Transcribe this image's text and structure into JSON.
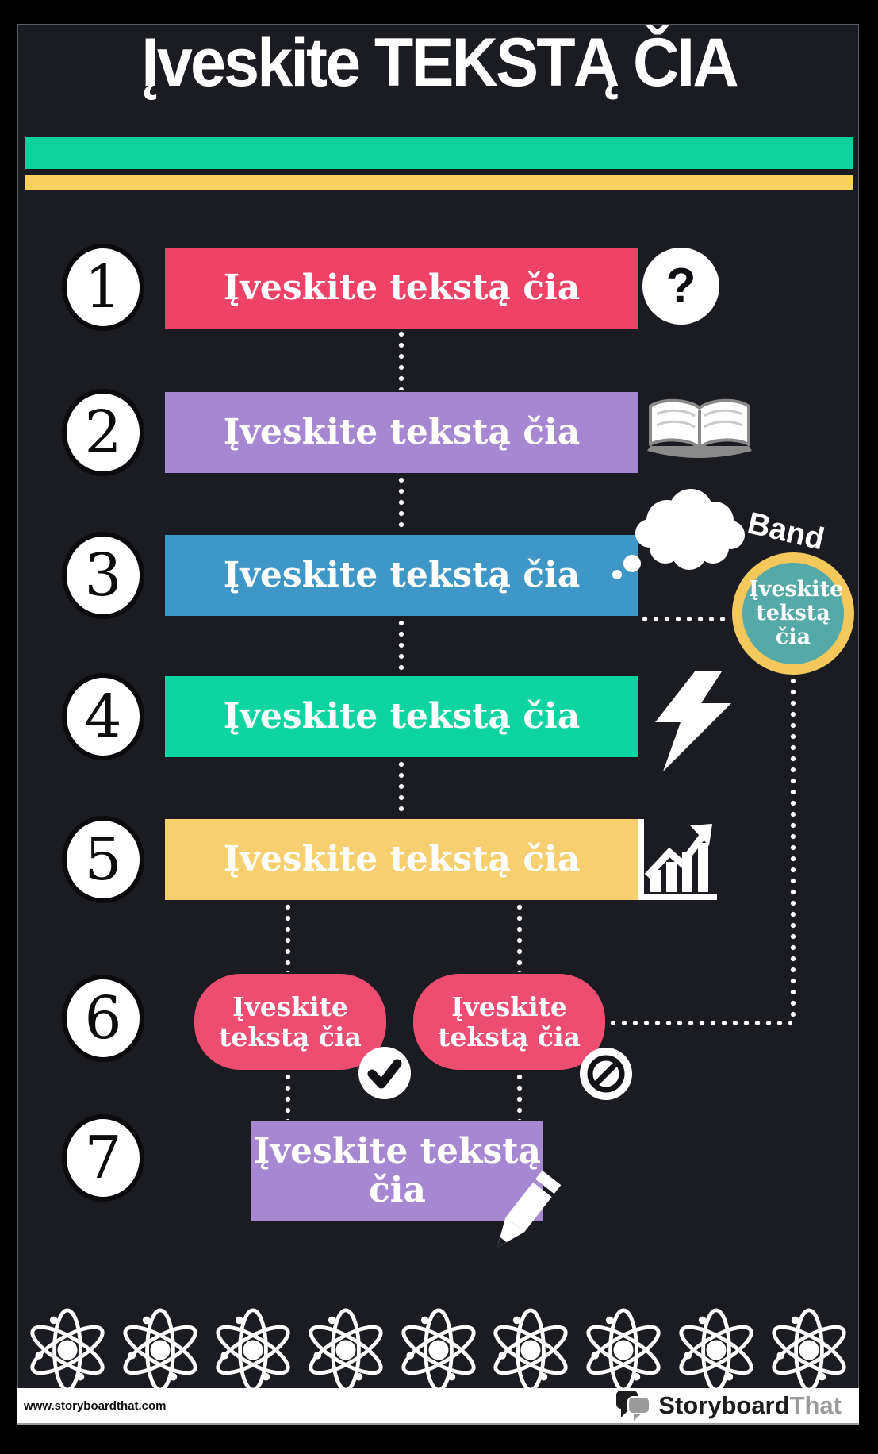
{
  "title": "Įveskite TEKSTĄ ČIA",
  "dividers": {
    "green": "#0ed19b",
    "yellow": "#f9cf5e"
  },
  "icon_glyphs": {
    "question_mark": "?"
  },
  "steps": [
    {
      "number": "1",
      "label": "Įveskite tekstą čia",
      "color": "#ee4266",
      "icon": "question-mark"
    },
    {
      "number": "2",
      "label": "Įveskite tekstą čia",
      "color": "#a687d2",
      "icon": "open-book"
    },
    {
      "number": "3",
      "label": "Įveskite tekstą čia",
      "color": "#3e97c6",
      "icon": "thought-cloud"
    },
    {
      "number": "4",
      "label": "Įveskite tekstą čia",
      "color": "#0ed4a1",
      "icon": "lightning-bolt"
    },
    {
      "number": "5",
      "label": "Įveskite tekstą čia",
      "color": "#f8cf6e",
      "icon": "growth-chart"
    },
    {
      "number": "6",
      "color": "#ee4d72",
      "options": [
        {
          "label": "Įveskite tekstą čia",
          "icon": "check-mark"
        },
        {
          "label": "Įveskite tekstą čia",
          "icon": "prohibition"
        }
      ]
    },
    {
      "number": "7",
      "label": "Įveskite tekstą čia",
      "color": "#a687d2",
      "icon": "pencil"
    }
  ],
  "callout": {
    "note": "Band",
    "label": "Įveskite tekstą čia",
    "fill": "#55a9a7",
    "ring": "#f5c85c"
  },
  "footer": {
    "url": "www.storyboardthat.com",
    "brand_primary": "Storyboard",
    "brand_secondary": "That"
  }
}
